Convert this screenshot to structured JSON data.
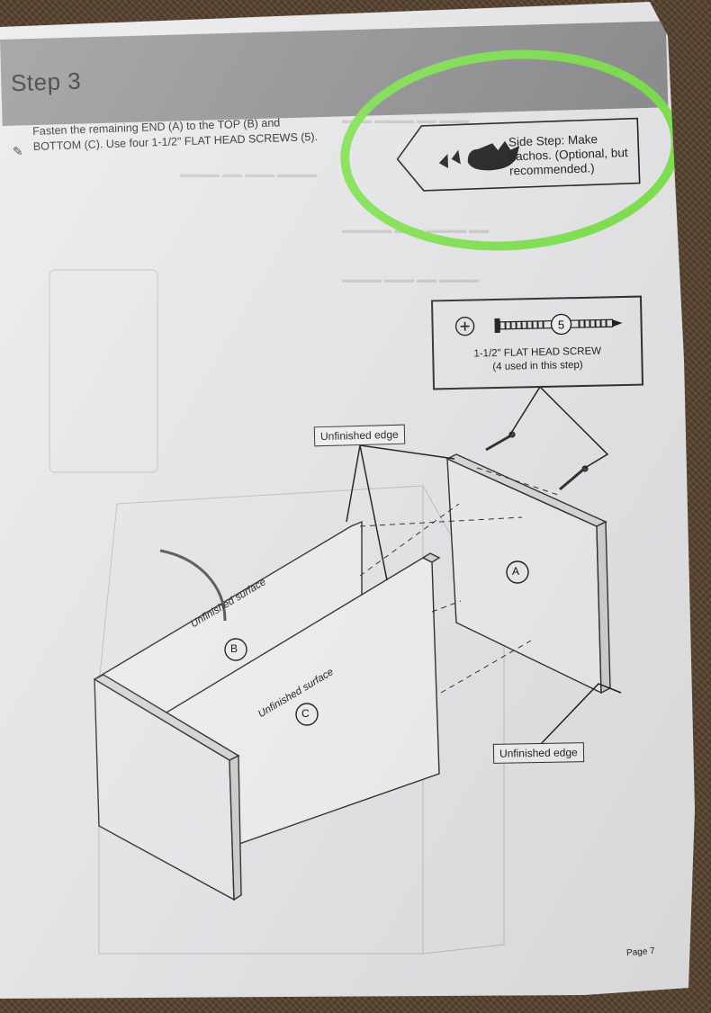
{
  "page": {
    "step_title": "Step 3",
    "instruction": "Fasten the remaining END (A) to the TOP (B) and BOTTOM (C). Use four 1-1/2\" FLAT HEAD SCREWS (5).",
    "side_step": "Side Step: Make nachos. (Optional, but recommended.)",
    "screw": {
      "number": "5",
      "name": "1-1/2\" FLAT HEAD SCREW",
      "count_note": "(4 used in this step)"
    },
    "callouts": {
      "unfinished_edge_top": "Unfinished edge",
      "unfinished_edge_bottom": "Unfinished edge"
    },
    "panels": {
      "a": "A",
      "b": "B",
      "c": "C",
      "b_surface": "Unfinished surface",
      "c_surface": "Unfinished surface"
    },
    "page_number": "Page 7"
  },
  "colors": {
    "highlight_ring": "#7de54a",
    "header_bar": "#8e8e91",
    "paper": "#e9e9ec"
  }
}
